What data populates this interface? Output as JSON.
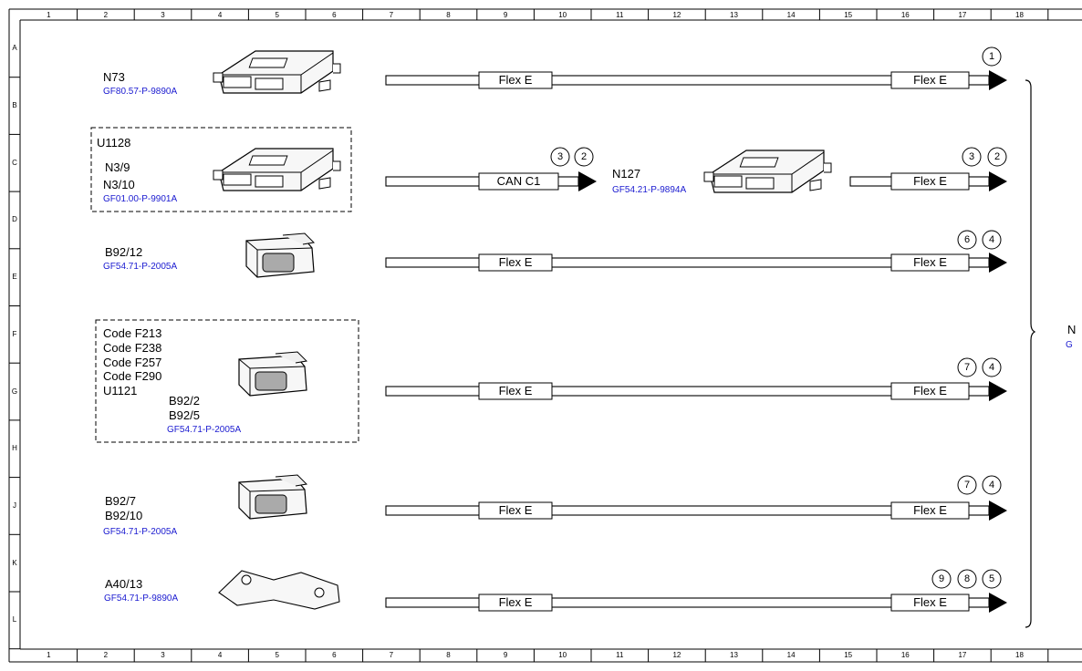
{
  "grid": {
    "columns": [
      "1",
      "2",
      "3",
      "4",
      "5",
      "6",
      "7",
      "8",
      "9",
      "10",
      "11",
      "12",
      "13",
      "14",
      "15",
      "16",
      "17",
      "18"
    ],
    "rows": [
      "A",
      "B",
      "C",
      "D",
      "E",
      "F",
      "G",
      "H",
      "J",
      "K",
      "L"
    ]
  },
  "components": [
    {
      "id": "n73",
      "labels": [
        "N73"
      ],
      "ref": "GF80.57-P-9890A"
    },
    {
      "id": "u1128",
      "labels": [
        "U1128",
        "N3/9",
        "N3/10"
      ],
      "ref": "GF01.00-P-9901A"
    },
    {
      "id": "b92-12",
      "labels": [
        "B92/12"
      ],
      "ref": "GF54.71-P-2005A"
    },
    {
      "id": "codes",
      "labels": [
        "Code F213",
        "Code F238",
        "Code F257",
        "Code F290",
        "U1121",
        "B92/2",
        "B92/5"
      ],
      "ref": "GF54.71-P-2005A"
    },
    {
      "id": "b92-7",
      "labels": [
        "B92/7",
        "B92/10"
      ],
      "ref": "GF54.71-P-2005A"
    },
    {
      "id": "a40-13",
      "labels": [
        "A40/13"
      ],
      "ref": "GF54.71-P-9890A"
    },
    {
      "id": "n127",
      "labels": [
        "N127"
      ],
      "ref": "GF54.21-P-9894A"
    }
  ],
  "buses": [
    {
      "id": "bus-1",
      "labels": [
        "Flex E",
        "Flex E"
      ],
      "markers": [
        "1"
      ]
    },
    {
      "id": "bus-2a",
      "labels": [
        "CAN C1"
      ],
      "markers": [
        "3",
        "2"
      ]
    },
    {
      "id": "bus-2b",
      "labels": [
        "Flex E"
      ],
      "markers": [
        "3",
        "2"
      ]
    },
    {
      "id": "bus-3",
      "labels": [
        "Flex E",
        "Flex E"
      ],
      "markers": [
        "6",
        "4"
      ]
    },
    {
      "id": "bus-4",
      "labels": [
        "Flex E",
        "Flex E"
      ],
      "markers": [
        "7",
        "4"
      ]
    },
    {
      "id": "bus-5",
      "labels": [
        "Flex E",
        "Flex E"
      ],
      "markers": [
        "7",
        "4"
      ]
    },
    {
      "id": "bus-6",
      "labels": [
        "Flex E",
        "Flex E"
      ],
      "markers": [
        "9",
        "8",
        "5"
      ]
    }
  ],
  "cutoff": {
    "top": "N",
    "bottom": "G"
  }
}
